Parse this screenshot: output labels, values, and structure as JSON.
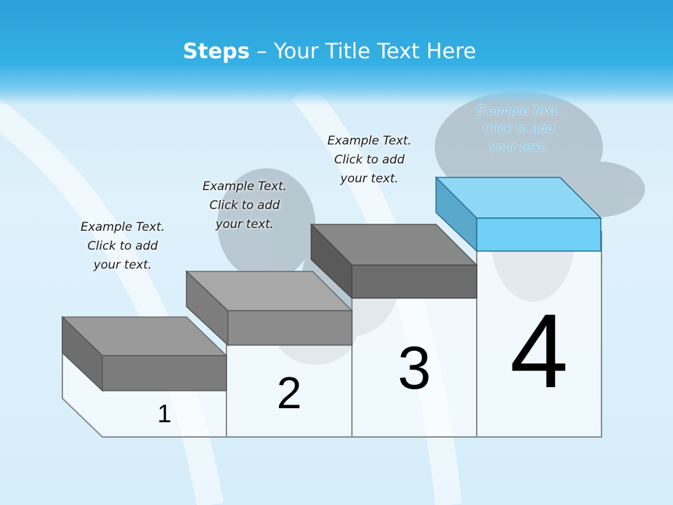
{
  "title": {
    "bold": "Steps",
    "rest": " – Your Title Text Here"
  },
  "steps": [
    {
      "number": "1",
      "line1": "Example Text.",
      "line2": "Click  to add",
      "line3": "your text."
    },
    {
      "number": "2",
      "line1": "Example Text.",
      "line2": "Click  to add",
      "line3": "your text."
    },
    {
      "number": "3",
      "line1": "Example Text.",
      "line2": "Click  to add",
      "line3": "your text."
    },
    {
      "number": "4",
      "line1": "Example Text.",
      "line2": "Click  to add",
      "line3": "your text."
    }
  ],
  "colors": {
    "header": "#2aa0d8",
    "block_gray": "#8c8c8c",
    "block_highlight": "#6fcff5"
  }
}
